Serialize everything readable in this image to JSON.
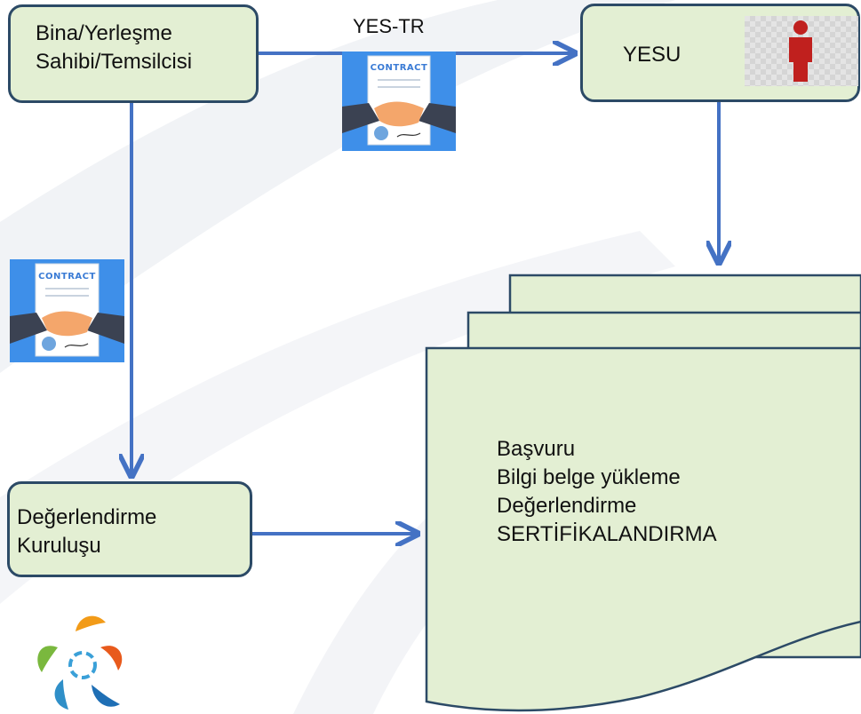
{
  "nodes": {
    "owner": {
      "line1": "Bina/Yerleşme",
      "line2": "Sahibi/Temsilcisi"
    },
    "yesu": {
      "label": "YESU"
    },
    "evaluator": {
      "line1": "Değerlendirme",
      "line2": "Kuruluşu"
    }
  },
  "edges": {
    "owner_to_yesu_label": "YES-TR"
  },
  "images": {
    "contract_label": "CONTRACT"
  },
  "document_stack": {
    "lines": [
      "Başvuru",
      "Bilgi belge yükleme",
      "Değerlendirme",
      "SERTİFİKALANDIRMA"
    ]
  },
  "colors": {
    "node_fill": "#e3efd3",
    "node_border": "#2c4a66",
    "arrow": "#4472c4",
    "contract_bg": "#3e8fe9",
    "person_icon": "#c0201e"
  }
}
